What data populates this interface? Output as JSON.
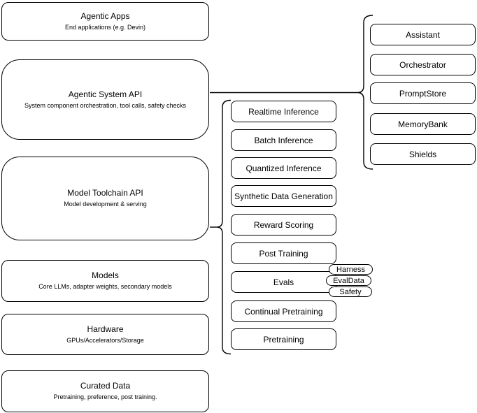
{
  "diagram": {
    "left_stack": [
      {
        "title": "Agentic Apps",
        "subtitle": "End applications (e.g. Devin)"
      },
      {
        "title": "Agentic System API",
        "subtitle": "System component orchestration, tool calls, safety checks"
      },
      {
        "title": "Model Toolchain API",
        "subtitle": "Model development & serving"
      },
      {
        "title": "Models",
        "subtitle": "Core LLMs, adapter weights, secondary models"
      },
      {
        "title": "Hardware",
        "subtitle": "GPUs/Accelerators/Storage"
      },
      {
        "title": "Curated Data",
        "subtitle": "Pretraining, preference, post training."
      }
    ],
    "toolchain_group": [
      "Realtime Inference",
      "Batch Inference",
      "Quantized Inference",
      "Synthetic Data Generation",
      "Reward Scoring",
      "Post Training",
      "Evals",
      "Continual Pretraining",
      "Pretraining"
    ],
    "evals_tags": [
      "Harness",
      "EvalData",
      "Safety"
    ],
    "system_group": [
      "Assistant",
      "Orchestrator",
      "PromptStore",
      "MemoryBank",
      "Shields"
    ],
    "colors": {
      "stroke": "#000000",
      "fill": "#ffffff",
      "text": "#000000",
      "background": "#ffffff"
    }
  }
}
